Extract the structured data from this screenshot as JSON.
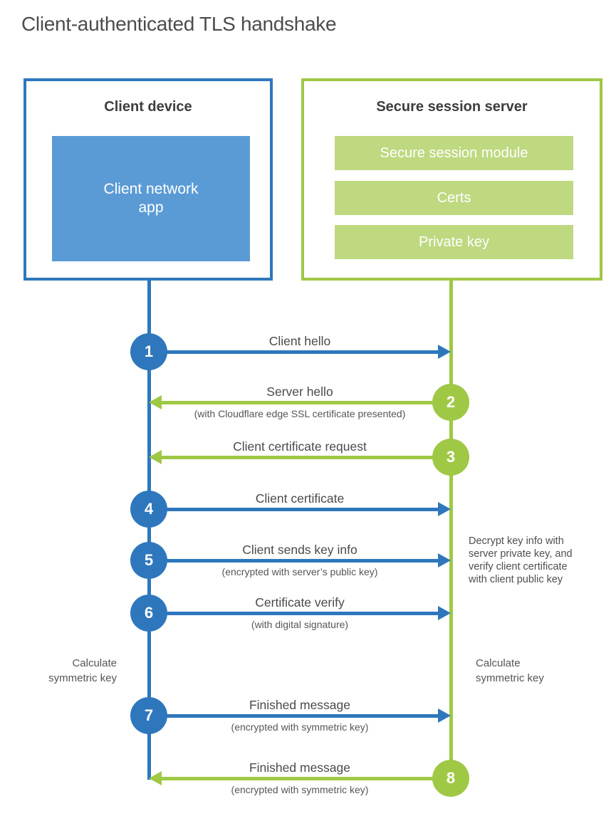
{
  "page": {
    "title": "Client-authenticated TLS handshake"
  },
  "colors": {
    "blue": "#2e77bd",
    "blue_light": "#5b9bd5",
    "green": "#9fc845",
    "green_light": "#bed980",
    "text_dark": "#3d3d3d",
    "text_label": "#4a4a4a",
    "text_sub": "#565656"
  },
  "client_box": {
    "title": "Client device",
    "app_label": "Client network\napp"
  },
  "server_box": {
    "title": "Secure session server",
    "modules": [
      "Secure session module",
      "Certs",
      "Private key"
    ]
  },
  "steps": [
    {
      "num": "1",
      "label": "Client hello",
      "sub": "",
      "direction": "right",
      "actor": "client"
    },
    {
      "num": "2",
      "label": "Server hello",
      "sub": "(with Cloudflare edge SSL certificate presented)",
      "direction": "left",
      "actor": "server"
    },
    {
      "num": "3",
      "label": "Client certificate request",
      "sub": "",
      "direction": "left",
      "actor": "server"
    },
    {
      "num": "4",
      "label": "Client certificate",
      "sub": "",
      "direction": "right",
      "actor": "client"
    },
    {
      "num": "5",
      "label": "Client sends key info",
      "sub": "(encrypted with server’s public key)",
      "direction": "right",
      "actor": "client"
    },
    {
      "num": "6",
      "label": "Certificate verify",
      "sub": "(with digital signature)",
      "direction": "right",
      "actor": "client"
    },
    {
      "num": "7",
      "label": "Finished message",
      "sub": "(encrypted with symmetric key)",
      "direction": "right",
      "actor": "client"
    },
    {
      "num": "8",
      "label": "Finished message",
      "sub": "(encrypted with symmetric key)",
      "direction": "left",
      "actor": "server"
    }
  ],
  "notes": {
    "decrypt": "Decrypt key info with\nserver private key, and\nverify client certificate\nwith client public key",
    "calc_left": "Calculate\nsymmetric key",
    "calc_right": "Calculate\nsymmetric key"
  }
}
